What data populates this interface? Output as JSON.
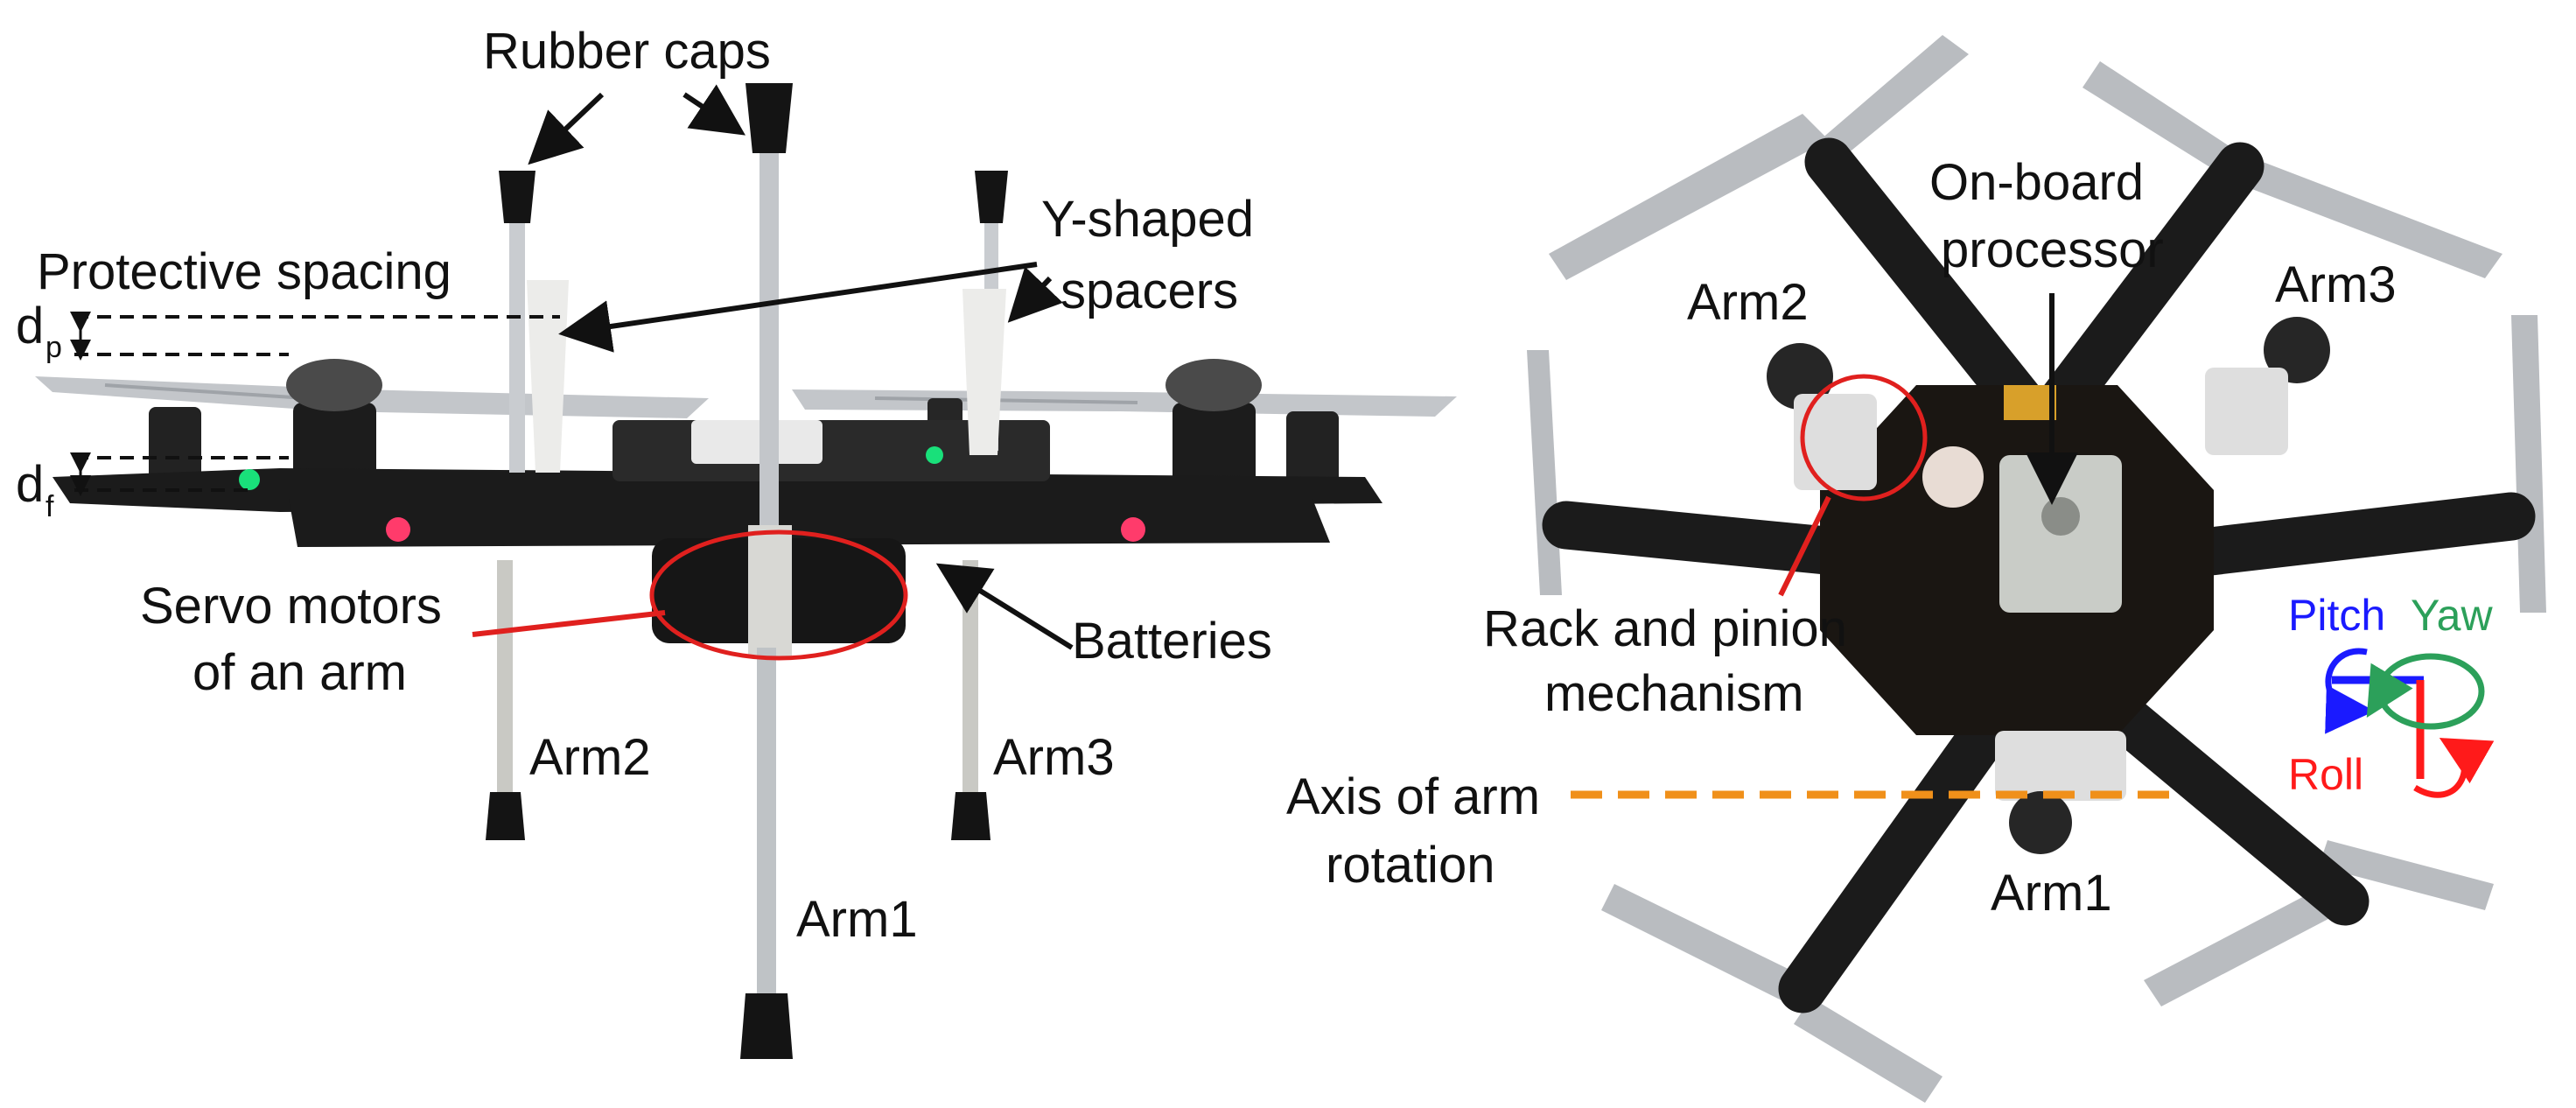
{
  "left_panel": {
    "rubber_caps": "Rubber caps",
    "y_shaped": "Y-shaped",
    "spacers": "spacers",
    "protective_spacing": "Protective spacing",
    "dp": "d",
    "dp_sub": "p",
    "df": "d",
    "df_sub": "f",
    "servo_line1": "Servo motors",
    "servo_line2": "of an arm",
    "batteries": "Batteries",
    "arm2": "Arm2",
    "arm3": "Arm3",
    "arm1": "Arm1"
  },
  "right_panel": {
    "onboard_line1": "On-board",
    "onboard_line2": "processor",
    "arm2": "Arm2",
    "arm3": "Arm3",
    "rack_line1": "Rack and pinion",
    "rack_line2": "mechanism",
    "axis_line1": "Axis of arm",
    "axis_line2": "rotation",
    "arm1": "Arm1",
    "pitch": "Pitch",
    "yaw": "Yaw",
    "roll": "Roll"
  },
  "colors": {
    "pitch": "#1a1aff",
    "yaw": "#2ca05a",
    "roll": "#ff1a1a",
    "axis": "#f0901a",
    "highlight_circle": "#e0201e",
    "frame": "#1b1b1b",
    "propeller": "#b9bcc0"
  }
}
